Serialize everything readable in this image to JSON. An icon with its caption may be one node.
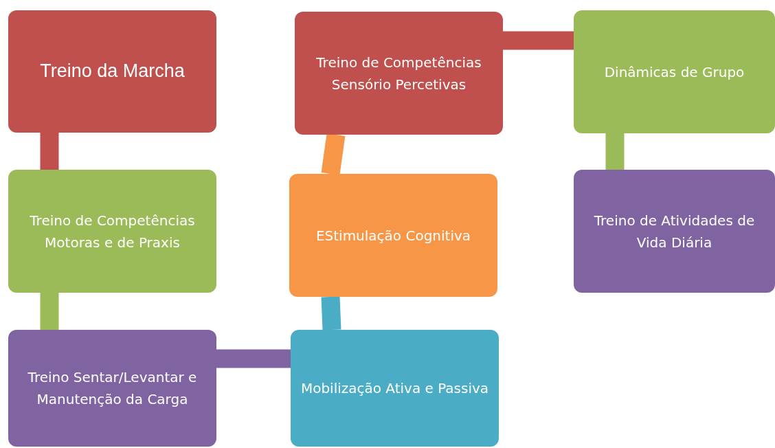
{
  "diagram": {
    "nodes": [
      {
        "text": [
          "Treino da Marcha"
        ]
      },
      {
        "text": [
          "Treino de Competências Motoras e de Praxis"
        ]
      },
      {
        "text": [
          "Treino Sentar/Levantar e Manutenção da Carga"
        ]
      },
      {
        "text": [
          "Mobilização Ativa e Passiva"
        ]
      },
      {
        "text": [
          "EStimulação Cognitiva"
        ]
      },
      {
        "text": [
          "Treino de Competências Sensório Percetivas"
        ]
      },
      {
        "text": [
          "Dinâmicas de Grupo"
        ]
      },
      {
        "text": [
          "Treino de Atividades de Vida Diária"
        ]
      }
    ],
    "edges": [
      {
        "from": 0,
        "to": 1,
        "arrow": "none",
        "color": "#c0504d"
      },
      {
        "from": 1,
        "to": 2,
        "arrow": "none",
        "color": "#9bbb59"
      },
      {
        "from": 2,
        "to": 3,
        "arrow": "none",
        "color": "#8064a2"
      },
      {
        "from": 3,
        "to": 4,
        "arrow": "none",
        "color": "#4bacc6"
      },
      {
        "from": 4,
        "to": 5,
        "arrow": "none",
        "color": "#f79646"
      },
      {
        "from": 5,
        "to": 6,
        "arrow": "none",
        "color": "#c0504d"
      },
      {
        "from": 6,
        "to": 7,
        "arrow": "none",
        "color": "#9bbb59"
      }
    ]
  }
}
